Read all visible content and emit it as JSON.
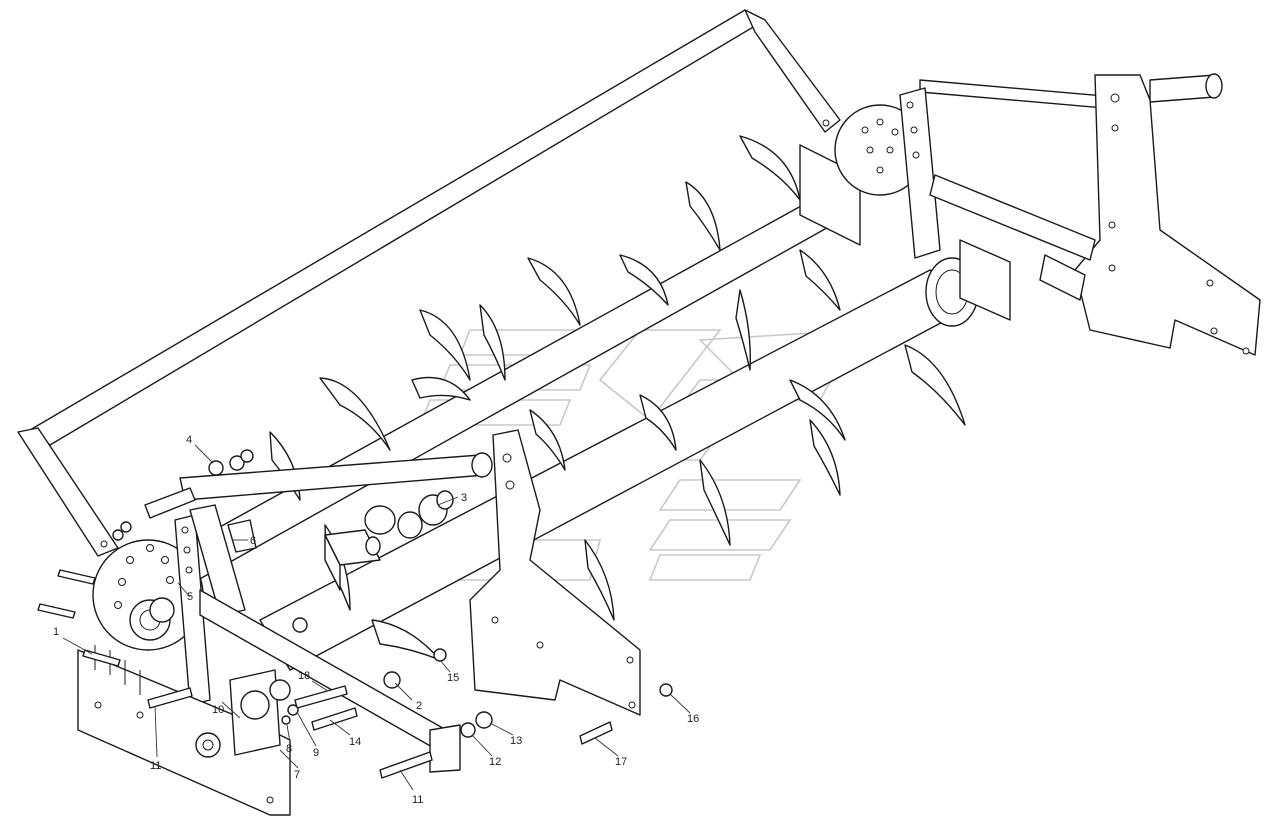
{
  "diagram": {
    "type": "exploded-parts-assembly",
    "callouts": [
      {
        "id": "callout-1",
        "label": "1"
      },
      {
        "id": "callout-2",
        "label": "2"
      },
      {
        "id": "callout-3",
        "label": "3"
      },
      {
        "id": "callout-4",
        "label": "4"
      },
      {
        "id": "callout-5",
        "label": "5"
      },
      {
        "id": "callout-6",
        "label": "6"
      },
      {
        "id": "callout-7",
        "label": "7"
      },
      {
        "id": "callout-8",
        "label": "8"
      },
      {
        "id": "callout-9",
        "label": "9"
      },
      {
        "id": "callout-10",
        "label": "10"
      },
      {
        "id": "callout-11-a",
        "label": "11"
      },
      {
        "id": "callout-11-b",
        "label": "11"
      },
      {
        "id": "callout-12",
        "label": "12"
      },
      {
        "id": "callout-13",
        "label": "13"
      },
      {
        "id": "callout-14",
        "label": "14"
      },
      {
        "id": "callout-15",
        "label": "15"
      },
      {
        "id": "callout-16",
        "label": "16"
      },
      {
        "id": "callout-17",
        "label": "17"
      },
      {
        "id": "callout-18",
        "label": "18"
      }
    ],
    "colors": {
      "line": "#1a1a1a",
      "background": "#ffffff",
      "watermark": "#c8c8c8"
    }
  }
}
